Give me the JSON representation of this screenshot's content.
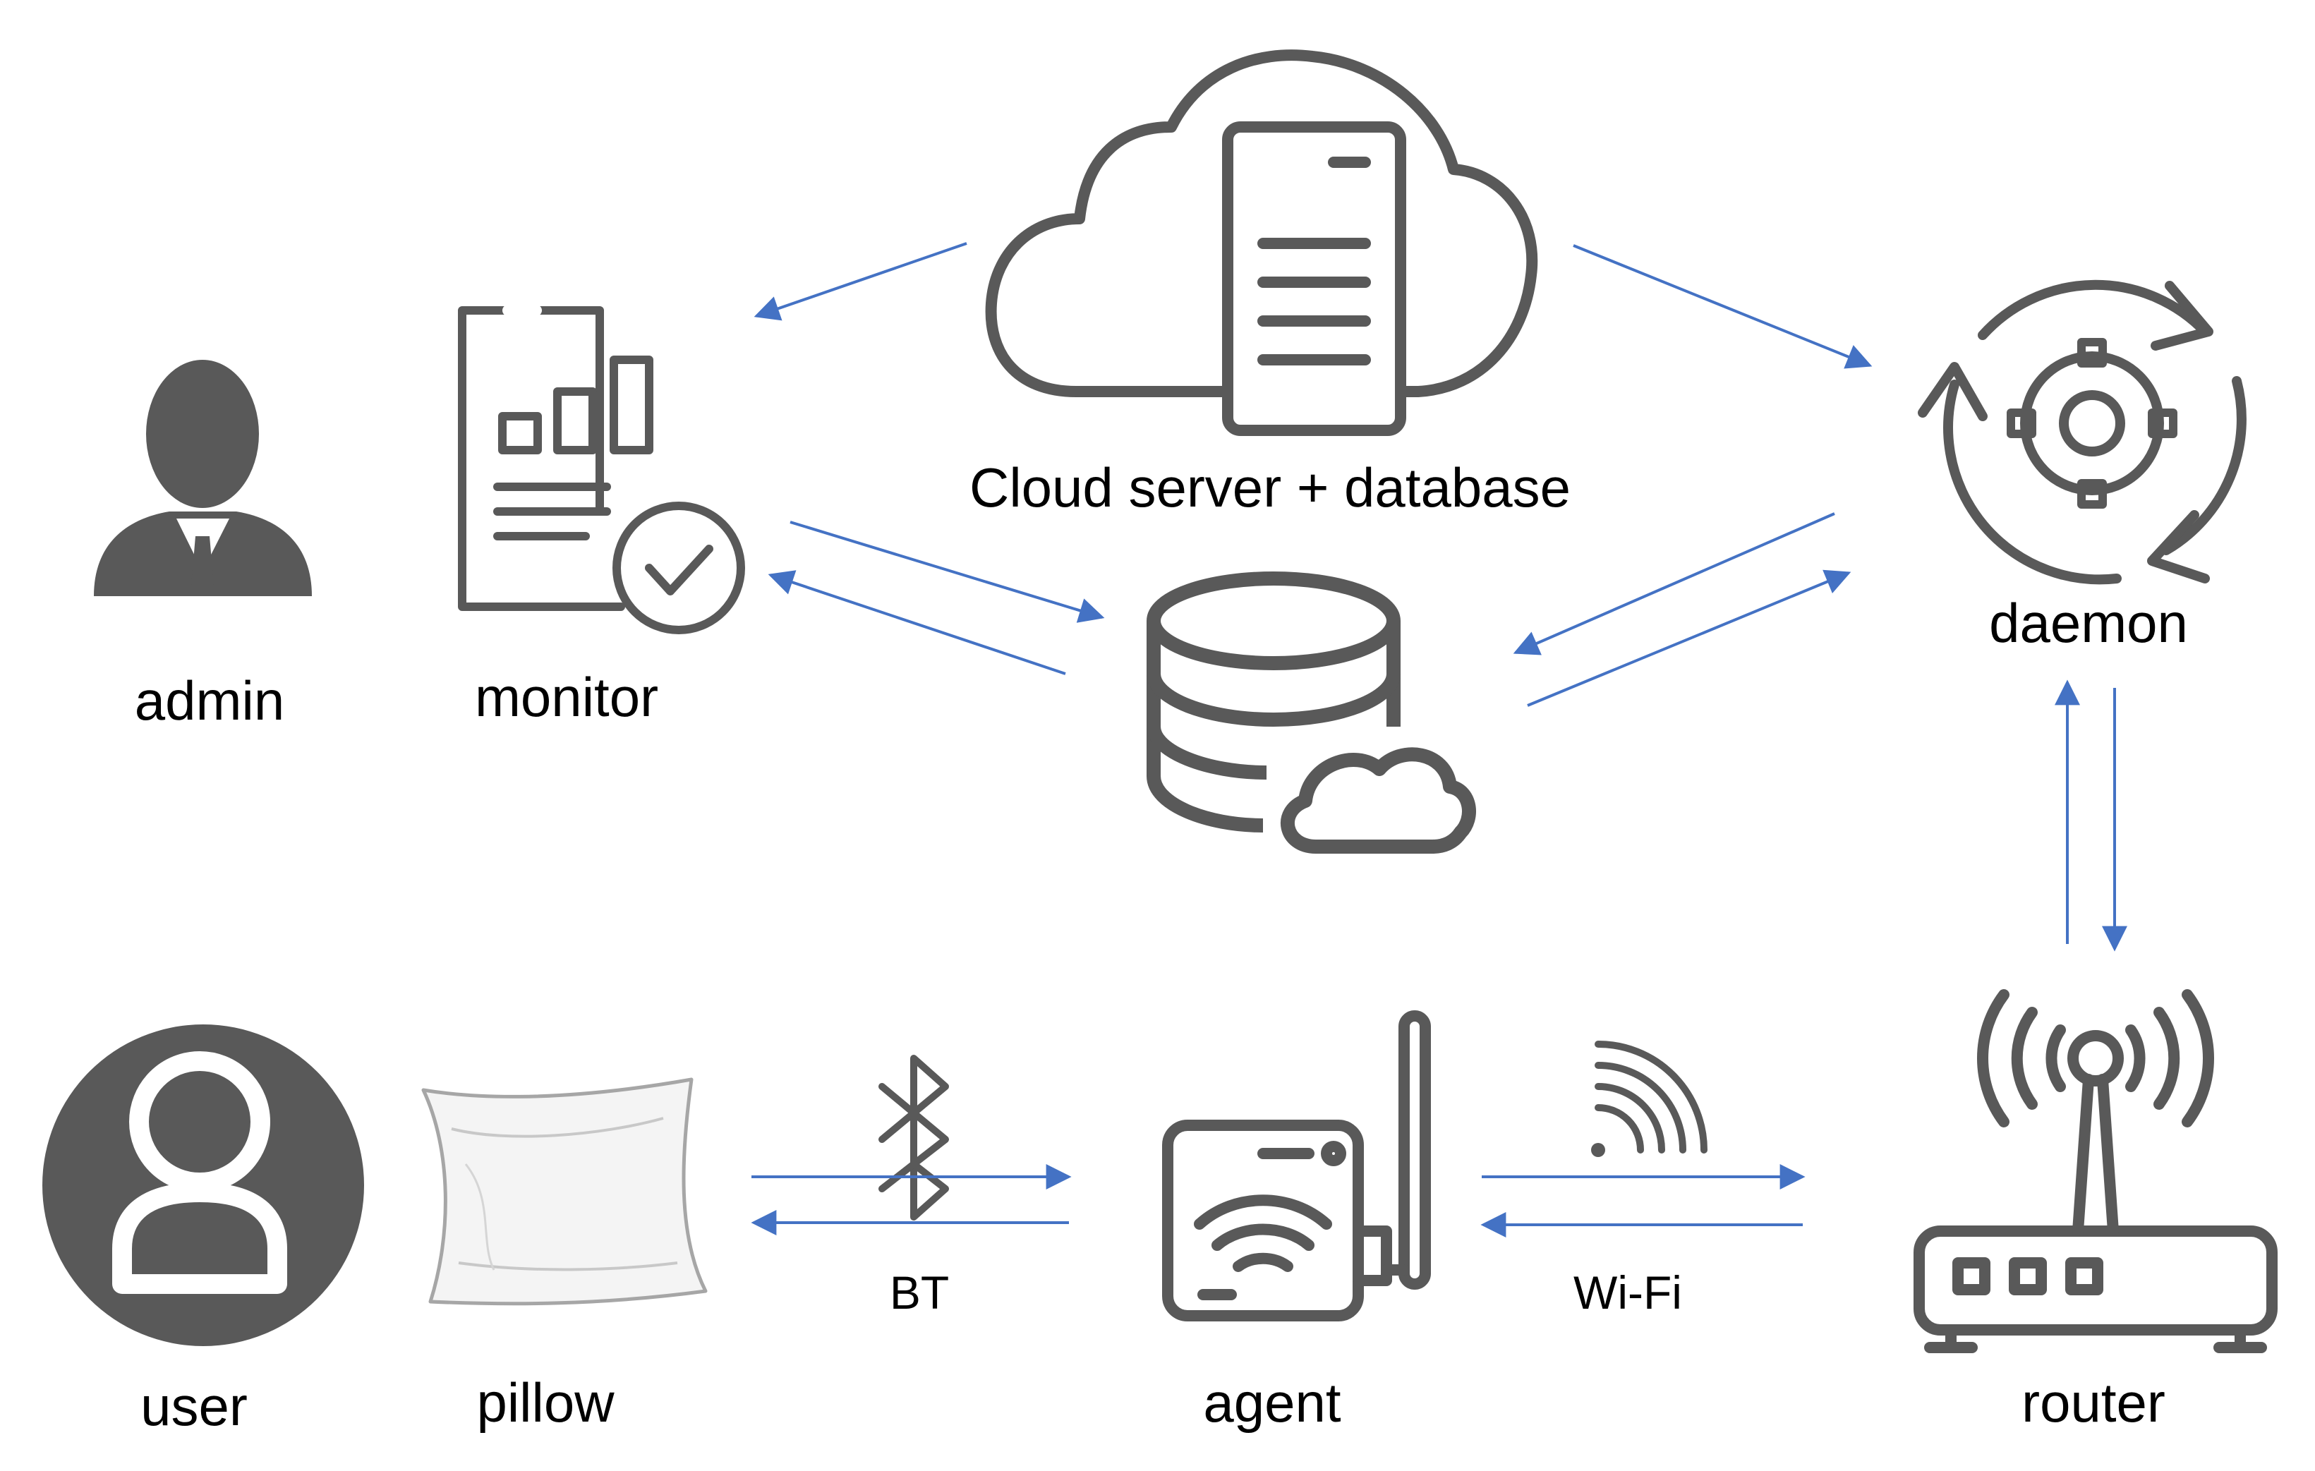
{
  "labels": {
    "admin": "admin",
    "monitor": "monitor",
    "cloud": "Cloud server + database",
    "daemon": "daemon",
    "user": "user",
    "pillow": "pillow",
    "agent": "agent",
    "router": "router",
    "bt": "BT",
    "wifi": "Wi-Fi"
  },
  "icons": {
    "admin": "person-in-suit-icon",
    "monitor": "report-chart-check-icon",
    "cloud": "cloud-server-icon",
    "database": "cloud-database-icon",
    "daemon": "gear-cycle-icon",
    "user": "user-circle-icon",
    "pillow": "pillow-icon",
    "agent": "wifi-device-antenna-icon",
    "router": "router-icon",
    "bluetooth": "bluetooth-icon",
    "wifi_signal": "wifi-signal-icon"
  },
  "colors": {
    "arrow": "#4472C4",
    "icon": "#595959",
    "text": "#000000"
  }
}
